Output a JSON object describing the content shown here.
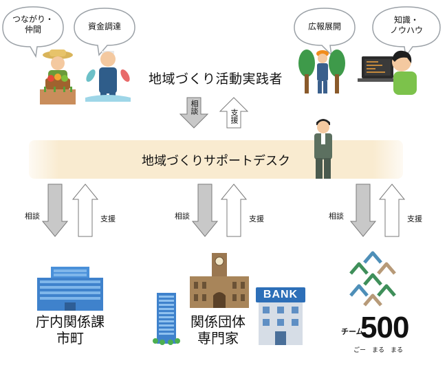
{
  "bubbles": {
    "nakama": "つながり・\n仲間",
    "shikin": "資金調達",
    "kouhou": "広報展開",
    "chishiki": "知識・\nノウハウ"
  },
  "practitioners_label": "地域づくり活動実践者",
  "support_desk_label": "地域づくりサポートデスク",
  "arrows": {
    "top_down": "相談",
    "top_up": "支援",
    "left_down": "相談",
    "left_up": "支援",
    "center_down": "相談",
    "center_up": "支援",
    "right_down": "相談",
    "right_up": "支援"
  },
  "bottom": {
    "city_hall": "庁内関係課\n市町",
    "organizations": "関係団体\n専門家",
    "bank_sign": "BANK",
    "team_small": "チーム",
    "team_number": "500",
    "team_reading": "ごー　まる　まる"
  },
  "colors": {
    "desk_fill": "#f9ebd0",
    "arrow_gray": "#c8c8c8",
    "building_blue": "#4a90d9",
    "tent_green": "#3f8f5a",
    "tent_blue": "#4e8fb8",
    "tent_tan": "#b79a78"
  }
}
